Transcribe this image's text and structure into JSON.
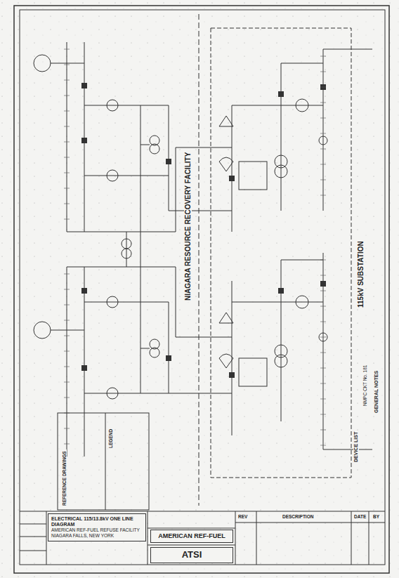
{
  "diagram": {
    "nodes": [
      {
        "text": [
          "ELECTRICAL 115/13.8kV ONE LINE DIAGRAM",
          "AMERICAN REF-FUEL REFUSE FACILITY NIAGARA FALLS, NEW YORK"
        ]
      },
      {
        "text": [
          "AMERICAN REF-FUEL"
        ]
      },
      {
        "text": [
          "ATSI"
        ]
      }
    ],
    "labels": [
      "NIAGARA RESOURCE RECOVERY FACILITY",
      "115kV SUBSTATION",
      "GENERAL NOTES",
      "DEVICE LIST",
      "LEGEND",
      "REFERENCE DRAWINGS",
      "NMPC CKT No. 181",
      "REV",
      "DESCRIPTION",
      "DATE",
      "BY"
    ]
  }
}
